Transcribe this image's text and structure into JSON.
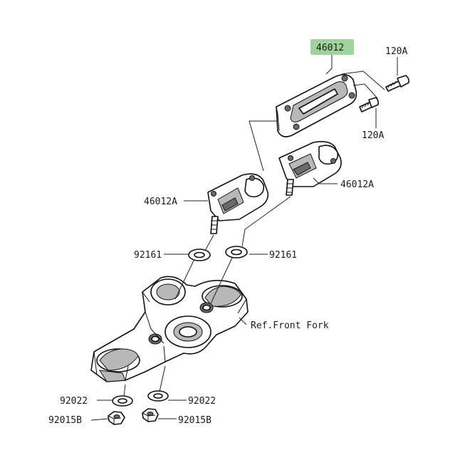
{
  "highlight_color": "#9ed39a",
  "labels": {
    "part_46012": "46012",
    "bolt_upper": "120A",
    "bolt_lower": "120A",
    "holder_left": "46012A",
    "holder_right": "46012A",
    "washer_left": "92161",
    "washer_right": "92161",
    "ref_front_fork": "Ref.Front Fork",
    "washer_bottom_left": "92022",
    "washer_bottom_right": "92022",
    "nut_left": "92015B",
    "nut_right": "92015B"
  }
}
